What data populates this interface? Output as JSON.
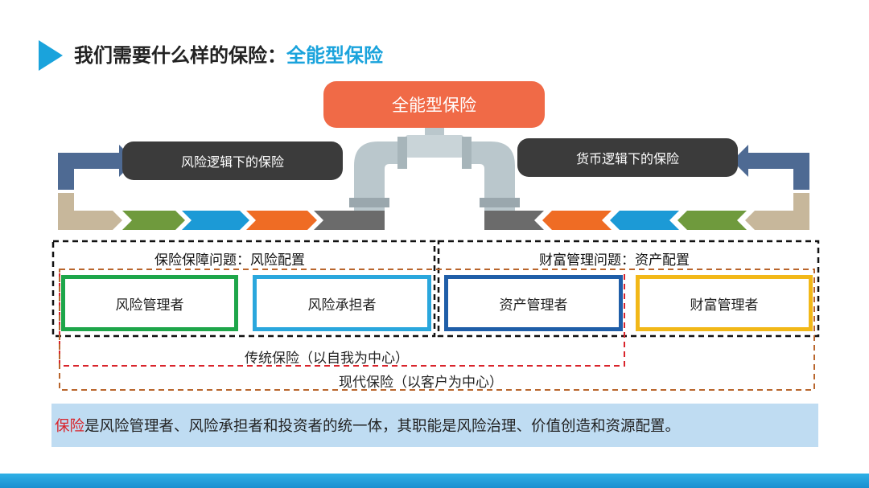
{
  "title": {
    "prefix": "我们需要什么样的保险：",
    "highlight": "全能型保险"
  },
  "hub": {
    "label": "全能型保险"
  },
  "left_pill": {
    "label": "风险逻辑下的保险"
  },
  "right_pill": {
    "label": "货币逻辑下的保险"
  },
  "groups": {
    "left": {
      "label": "保险保障问题：风险配置"
    },
    "right": {
      "label": "财富管理问题：资产配置"
    }
  },
  "roles": [
    {
      "label": "风险管理者",
      "border": "#1ea64a"
    },
    {
      "label": "风险承担者",
      "border": "#2aa7dd"
    },
    {
      "label": "资产管理者",
      "border": "#1f5ea8"
    },
    {
      "label": "财富管理者",
      "border": "#f2b818"
    }
  ],
  "traditional": {
    "label": "传统保险（以自我为中心）"
  },
  "modern": {
    "label": "现代保险（以客户为中心）"
  },
  "banner": {
    "keyword": "保险",
    "text": "是风险管理者、风险承担者和投资者的统一体，其职能是风险治理、价值创造和资源配置。"
  },
  "colors": {
    "accent": "#1aa3dc",
    "hub": "#f06a47",
    "pipe_gray": "#bac7cc",
    "pipe_dark": "#6b6b6b",
    "arrow_navy": "#4e6a93",
    "arrow_tan": "#c7b79b",
    "arrow_green": "#6f9a3d",
    "arrow_blue": "#1c9ad6",
    "arrow_orange": "#ef6c24",
    "dash_red": "#d9242b",
    "dash_orange": "#b9652c"
  }
}
